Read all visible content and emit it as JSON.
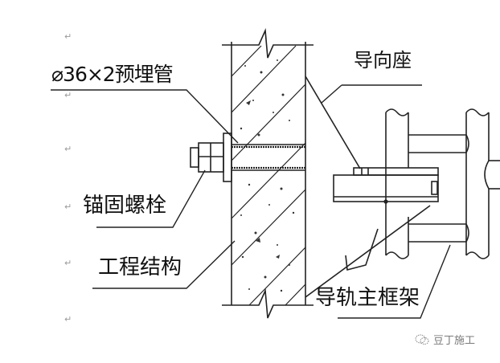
{
  "labels": {
    "pipe": "⌀36×2预埋管",
    "guide_seat": "导向座",
    "anchor_bolt": "锚固螺栓",
    "structure": "工程结构",
    "rail_frame": "导轨主框架"
  },
  "watermark": {
    "icon": "wechat-icon",
    "text": "豆丁施工"
  },
  "paragraph_mark": "↵",
  "colors": {
    "line": "#222222",
    "text": "#111111",
    "paragraph_mark": "#9a9a9a",
    "watermark": "#7a7a7a"
  }
}
